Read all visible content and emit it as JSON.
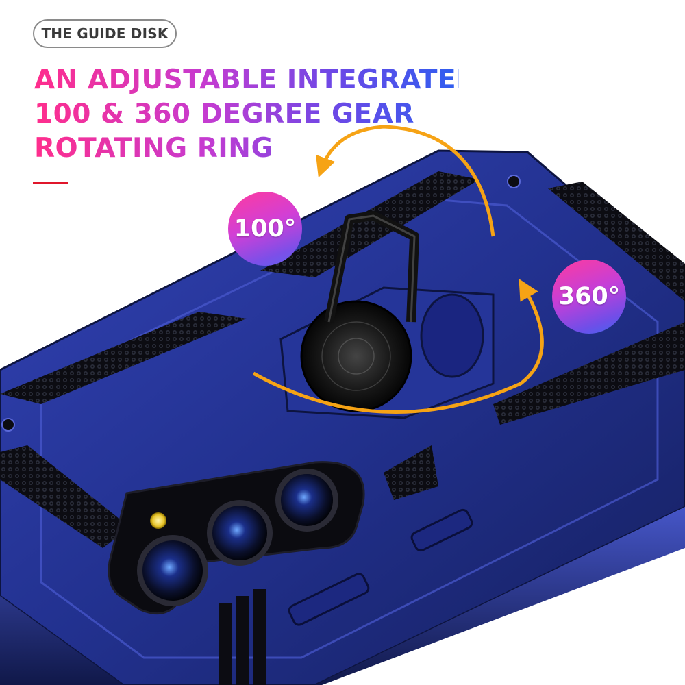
{
  "header": {
    "brand_pill": "THE GUIDE DISK"
  },
  "headline": {
    "lines": [
      "AN ADJUSTABLE INTEGRATED",
      "100 & 360 DEGREE GEAR",
      "ROTATING RING"
    ],
    "gradient_colors": [
      "#ff2e8c",
      "#c63bd0",
      "#6e48e6",
      "#2e5ef0"
    ]
  },
  "accent": {
    "rule_color": "#e0162b",
    "arrow_color": "#f6a315"
  },
  "badges": {
    "angle_100": "100°",
    "angle_360": "360°"
  },
  "product": {
    "case_color": "#23349a",
    "ring_color": "#1a1a1a",
    "icons": [
      "curved-arrow-100-icon",
      "curved-arrow-360-icon",
      "camera-lens-icon",
      "flash-icon",
      "ring-holder-icon"
    ]
  }
}
